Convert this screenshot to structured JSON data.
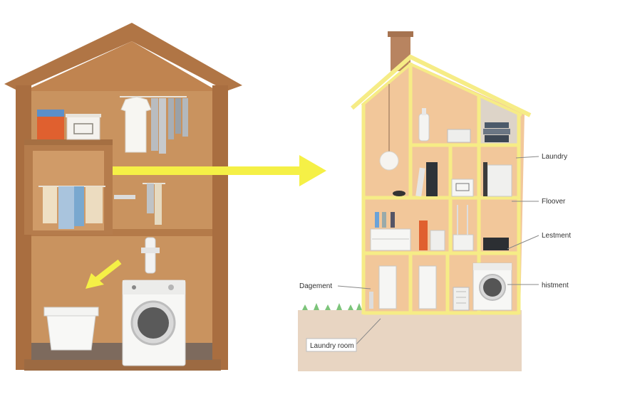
{
  "callouts": {
    "laundry": "Laundry",
    "floover": "Floover",
    "lestment": "Lestment",
    "histment": "histment",
    "dagement": "Dagement",
    "laundry_room": "Laundry room"
  },
  "colors": {
    "wood_dark": "#b97a4a",
    "wood_light": "#c58a5a",
    "wall_inner": "#c9935f",
    "frame_yellow": "#f6ec86",
    "room_fill": "#f2c79a",
    "arrow_yellow": "#f5f046",
    "ground": "#e8d5c2",
    "chimney": "#b88460"
  },
  "icons": [
    "clothes-hanger-icon",
    "washing-machine-icon",
    "laundry-basket-icon",
    "lamp-icon",
    "arrow-icon"
  ]
}
